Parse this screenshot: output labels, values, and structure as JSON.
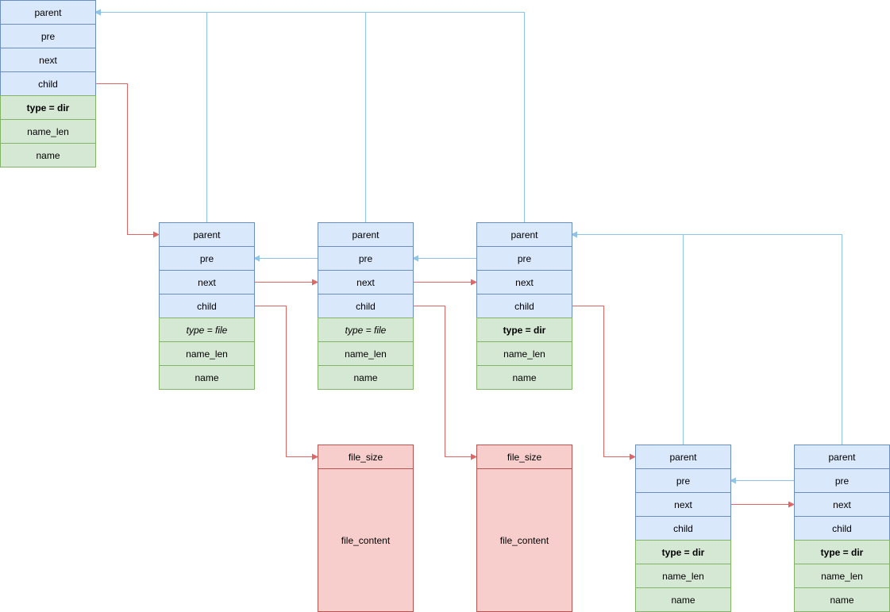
{
  "colors": {
    "pointer_blue": "#8fc3ea",
    "pointer_red": "#e06666",
    "header_fill": "#dae8fc",
    "meta_fill": "#d5e8d4",
    "file_fill": "#f8cecc"
  },
  "field_labels": {
    "parent": "parent",
    "pre": "pre",
    "next": "next",
    "child": "child",
    "name_len": "name_len",
    "name": "name"
  },
  "nodes": {
    "root": {
      "type": "type = dir"
    },
    "file_a": {
      "type": "type = file"
    },
    "file_b": {
      "type": "type = file"
    },
    "dir_c": {
      "type": "type = dir"
    },
    "dir_d": {
      "type": "type = dir"
    },
    "dir_e": {
      "type": "type = dir"
    }
  },
  "file_blocks": [
    {
      "size_label": "file_size",
      "content_label": "file_content"
    },
    {
      "size_label": "file_size",
      "content_label": "file_content"
    }
  ]
}
